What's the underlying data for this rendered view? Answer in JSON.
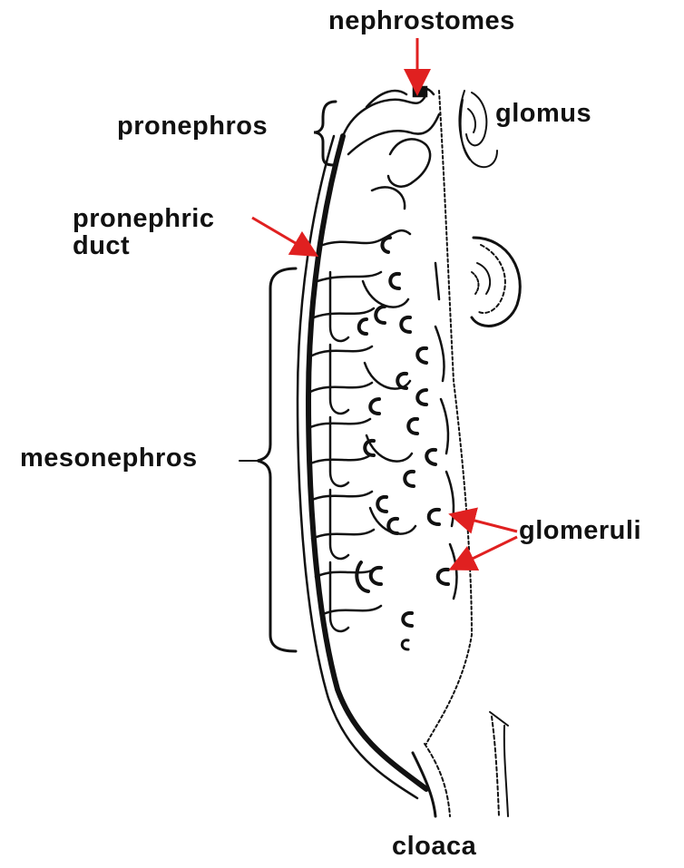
{
  "labels": {
    "nephrostomes": "nephrostomes",
    "pronephros": "pronephros",
    "glomus": "glomus",
    "pronephric_duct_line1": "pronephric",
    "pronephric_duct_line2": "duct",
    "mesonephros": "mesonephros",
    "glomeruli": "glomeruli",
    "cloaca": "cloaca"
  },
  "colors": {
    "arrow": "#e02020",
    "ink": "#111111",
    "background": "#ffffff"
  }
}
